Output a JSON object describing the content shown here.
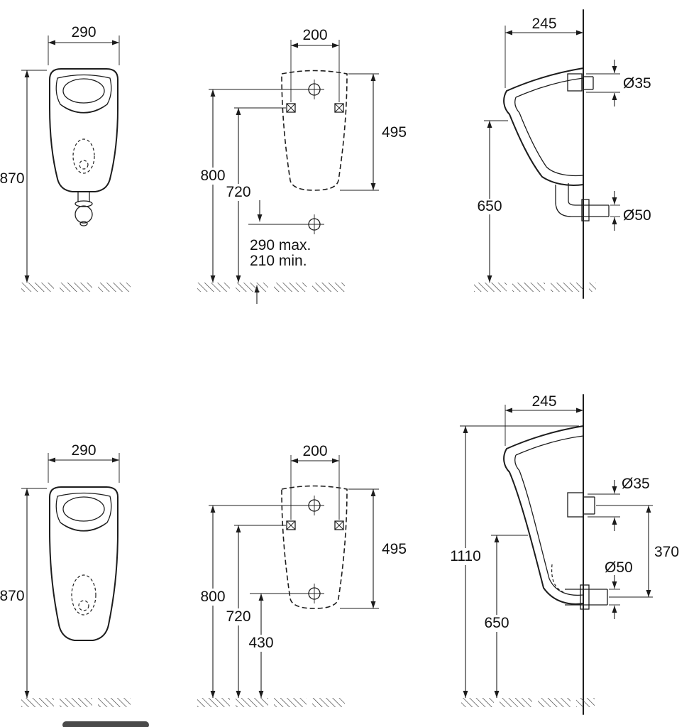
{
  "drawing": {
    "background": "#ffffff",
    "line_color": "#1d1d1d"
  },
  "views": {
    "top_front": {
      "width_mm": "290",
      "height_mm": "870"
    },
    "top_mounting": {
      "fixing_spacing_mm": "200",
      "body_height_mm": "495",
      "inlet_height_mm": "800",
      "fixing_height_mm": "720",
      "outlet_max": "290 max.",
      "outlet_min": "210 min."
    },
    "top_side": {
      "depth_mm": "245",
      "inlet_diameter": "Ø35",
      "rim_height_mm": "650",
      "outlet_diameter": "Ø50"
    },
    "bottom_front": {
      "width_mm": "290",
      "height_mm": "870"
    },
    "bottom_mounting": {
      "fixing_spacing_mm": "200",
      "body_height_mm": "495",
      "inlet_height_mm": "800",
      "fixing_height_mm": "720",
      "outlet_height_mm": "430"
    },
    "bottom_side": {
      "depth_mm": "245",
      "overall_height_mm": "1110",
      "inlet_diameter": "Ø35",
      "inlet_to_outlet_mm": "370",
      "outlet_diameter": "Ø50",
      "rim_height_mm": "650"
    }
  }
}
